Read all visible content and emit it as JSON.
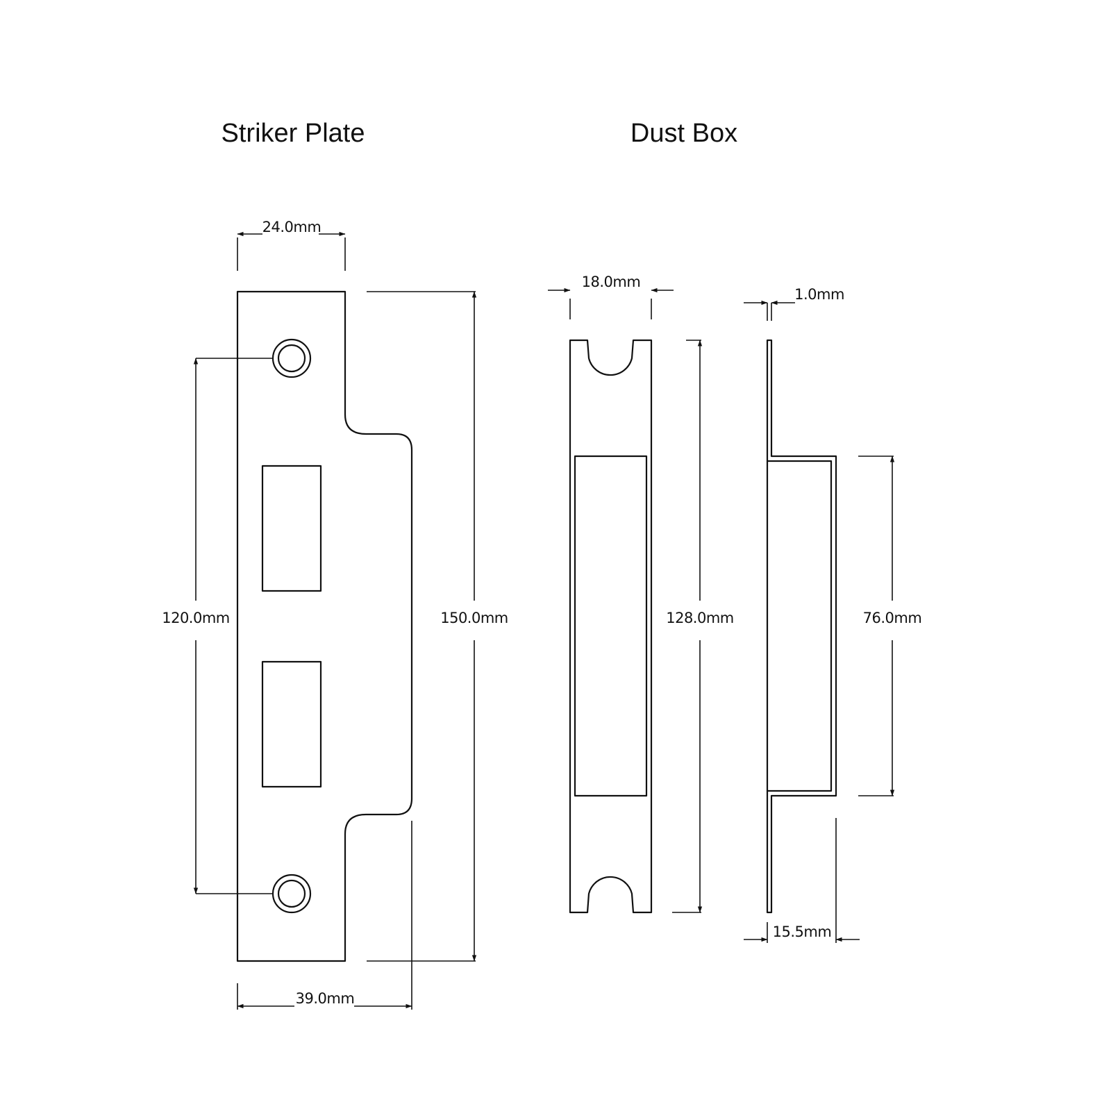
{
  "titles": {
    "striker_plate": "Striker Plate",
    "dust_box": "Dust Box"
  },
  "dimensions": {
    "striker_face_width": "24.0mm",
    "striker_hole_centres": "120.0mm",
    "striker_height": "150.0mm",
    "striker_total_width": "39.0mm",
    "dust_box_width": "18.0mm",
    "dust_box_height": "128.0mm",
    "dust_box_thickness": "1.0mm",
    "dust_box_depth_height": "76.0mm",
    "dust_box_depth": "15.5mm"
  },
  "colors": {
    "line": "#111111",
    "background": "#ffffff"
  }
}
